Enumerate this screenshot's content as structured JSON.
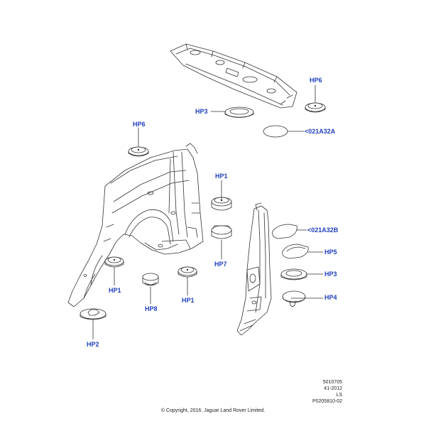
{
  "callouts": {
    "hp6_right": "HP6",
    "hp3_top": "HP3",
    "c021a32a": "<021A32A",
    "hp6_left": "HP6",
    "hp1_center": "HP1",
    "c021a32b": "<021A32B",
    "hp5": "HP5",
    "hp7": "HP7",
    "hp3_right": "HP3",
    "hp4": "HP4",
    "hp1_left": "HP1",
    "hp8": "HP8",
    "hp1_bottom": "HP1",
    "hp2": "HP2"
  },
  "reference": {
    "line1": "5010705",
    "line2": "41-2012",
    "line3": "LS",
    "line4": "P0205810-02"
  },
  "copyright": "© Copyright, 2016. Jaguar Land Rover Limited.",
  "colors": {
    "callout": "#1f3fbf",
    "line": "#333333"
  }
}
